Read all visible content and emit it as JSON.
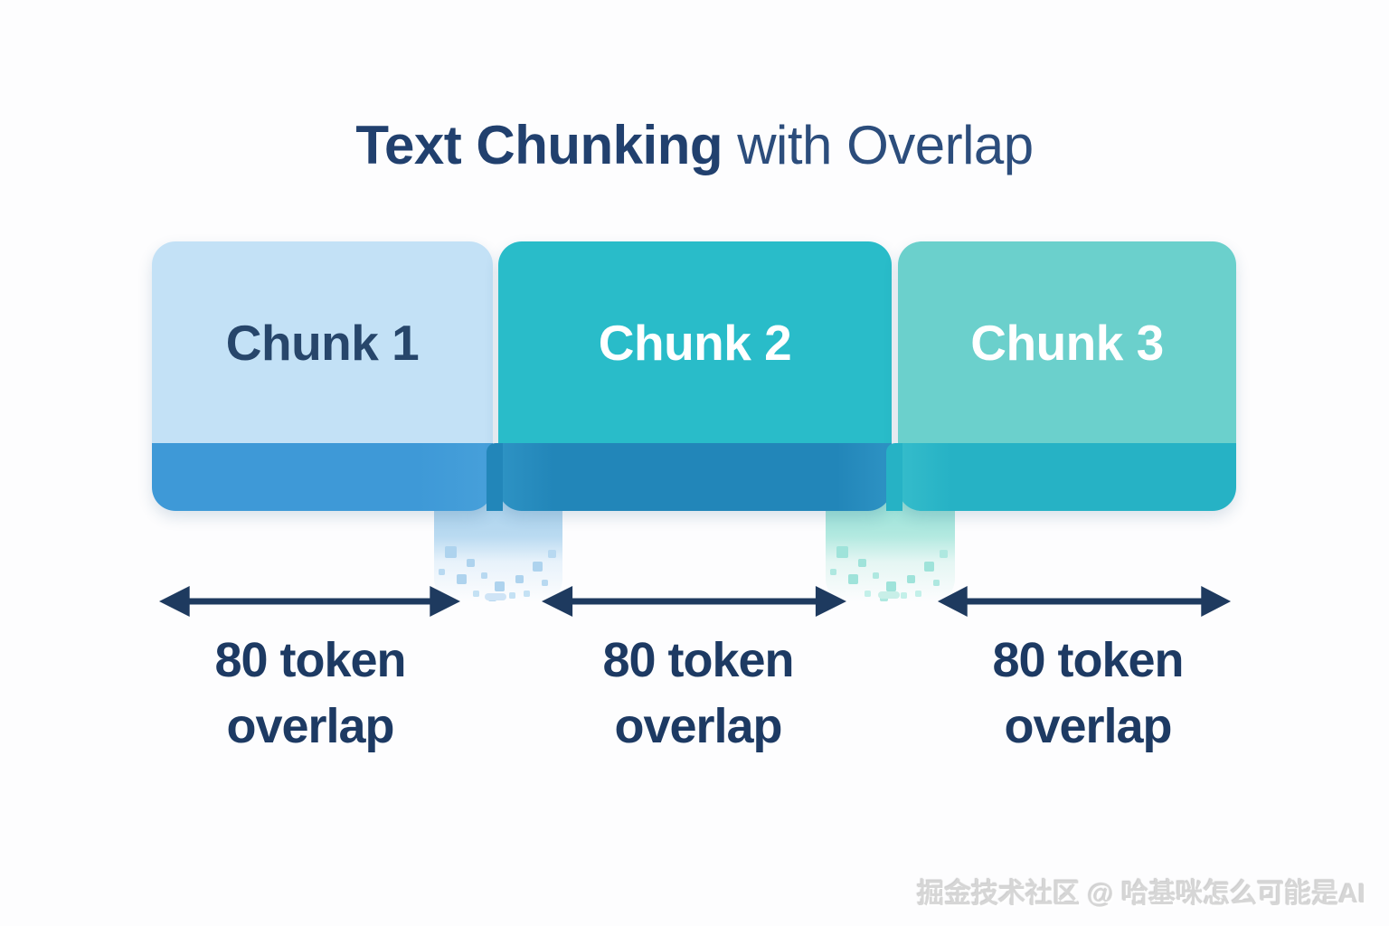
{
  "title": {
    "bold": "Text Chunking",
    "rest": " with Overlap"
  },
  "chunks": [
    {
      "label": "Chunk 1"
    },
    {
      "label": "Chunk 2"
    },
    {
      "label": "Chunk 3"
    }
  ],
  "overlaps": [
    {
      "amount": "80 token",
      "word": "overlap"
    },
    {
      "amount": "80 token",
      "word": "overlap"
    },
    {
      "amount": "80 token",
      "word": "overlap"
    }
  ],
  "watermark": "掘金技术社区 @ 哈基咪怎么可能是AI",
  "colors": {
    "title_bold": "#21406e",
    "title_rest": "#2c4d7c",
    "label_text": "#1d3a63",
    "arrow": "#1e3a5f",
    "chunk1_top": "#c3e1f6",
    "chunk1_band": "#3e99d7",
    "chunk1_text": "#27466b",
    "chunk2_top": "#29bcc9",
    "chunk2_band": "#2286b9",
    "chunk2_text": "#ffffff",
    "chunk3_top": "#6bd0cc",
    "chunk3_band": "#26b2c5",
    "chunk3_text": "#ffffff",
    "drip1": "#a9d1ec",
    "drip2": "#93dfd6"
  }
}
